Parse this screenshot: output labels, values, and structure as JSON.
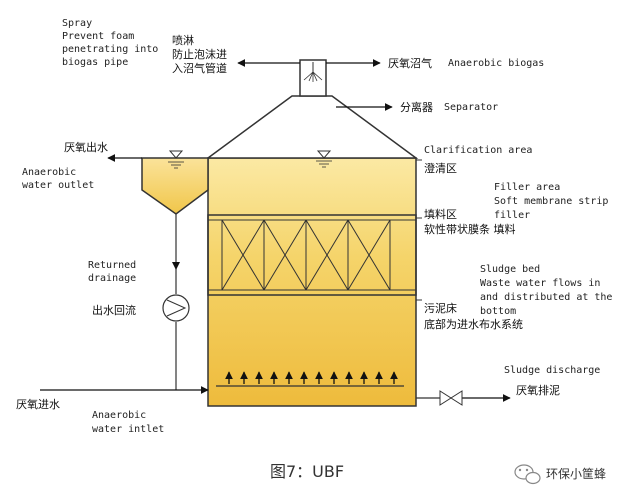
{
  "labels": {
    "spray_en_1": "Spray",
    "spray_en_2": "Prevent foam",
    "spray_en_3": "penetrating into",
    "spray_en_4": "biogas pipe",
    "spray_cn_1": "喷淋",
    "spray_cn_2": "防止泡沫进",
    "spray_cn_3": "入沼气管道",
    "biogas_cn": "厌氧沼气",
    "biogas_en": "Anaerobic biogas",
    "separator_cn": "分离器",
    "separator_en": "Separator",
    "outlet_cn": "厌氧出水",
    "outlet_en_1": "Anaerobic",
    "outlet_en_2": "water outlet",
    "clar_en": "Clarification area",
    "clar_cn": "澄清区",
    "filler_en_1": "Filler area",
    "filler_en_2": "Soft membrane strip",
    "filler_en_3": "filler",
    "filler_cn_1": "填料区",
    "filler_cn_2": "软性带状膜条 填料",
    "return_en_1": "Returned",
    "return_en_2": "drainage",
    "return_cn": "出水回流",
    "sludge_en_1": "Sludge bed",
    "sludge_en_2": "Waste water flows in",
    "sludge_en_3": "and distributed at the",
    "sludge_en_4": "bottom",
    "sludge_cn_1": "污泥床",
    "sludge_cn_2": "底部为进水布水系统",
    "discharge_en": "Sludge discharge",
    "discharge_cn": "厌氧排泥",
    "inlet_cn": "厌氧进水",
    "inlet_en_1": "Anaerobic",
    "inlet_en_2": "water intlet"
  },
  "caption": "图7：UBF",
  "watermark": "环保小筐蜂",
  "colors": {
    "liquid": "#f0c64a",
    "liquid_light": "#f8dd7a",
    "line": "#333333",
    "arrow": "#111111"
  },
  "icons": [
    "spray-nozzle-icon",
    "pump-icon",
    "valve-icon",
    "water-level-icon",
    "wechat-icon"
  ]
}
